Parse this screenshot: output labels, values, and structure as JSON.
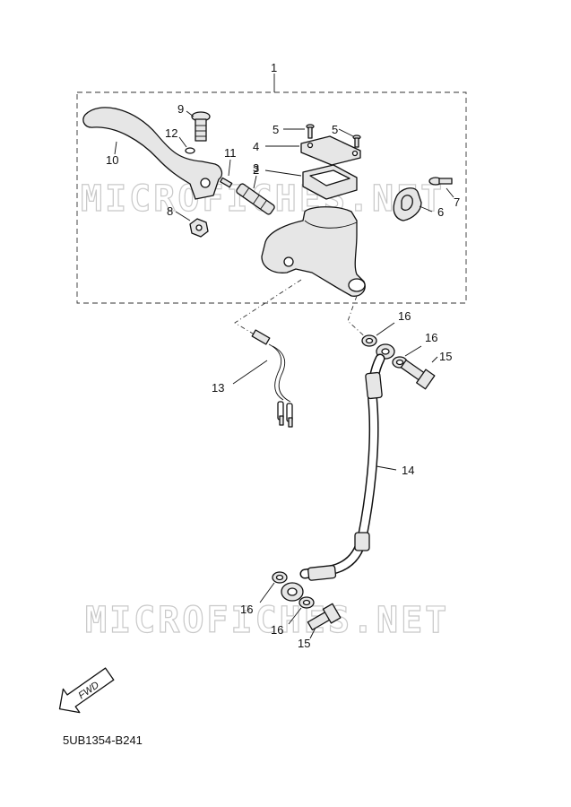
{
  "watermark": "MICROFICHES.NET",
  "callouts": {
    "c1": "1",
    "c2": "2",
    "c3": "3",
    "c4": "4",
    "c5a": "5",
    "c5b": "5",
    "c6": "6",
    "c7": "7",
    "c8": "8",
    "c9": "9",
    "c10": "10",
    "c11": "11",
    "c12": "12",
    "c13": "13",
    "c14": "14",
    "c15a": "15",
    "c15b": "15",
    "c16a": "16",
    "c16b": "16",
    "c16c": "16",
    "c16d": "16"
  },
  "fwd_label": "FWD",
  "diagram_code": "5UB1354-B241"
}
